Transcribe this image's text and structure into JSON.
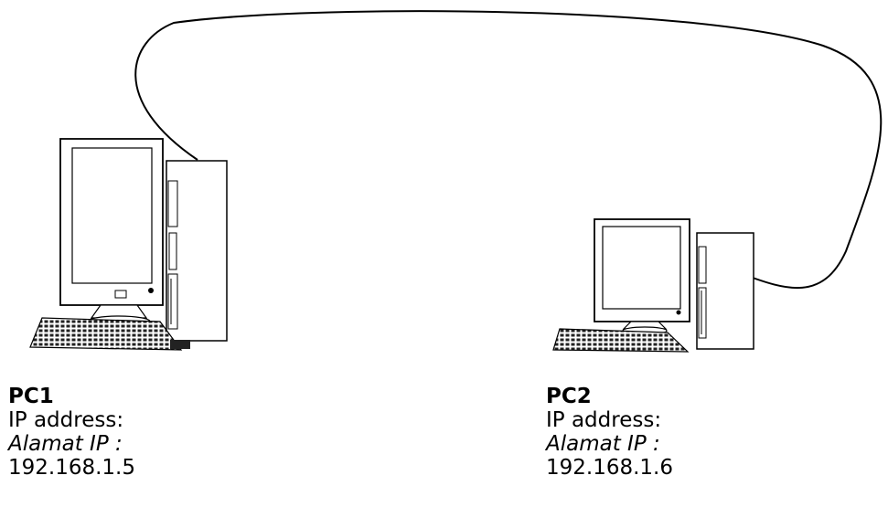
{
  "pc1": {
    "name": "PC1",
    "ip_label_en": "IP address:",
    "ip_label_ms": "Alamat IP :",
    "ip": "192.168.1.5"
  },
  "pc2": {
    "name": "PC2",
    "ip_label_en": "IP address:",
    "ip_label_ms": "Alamat IP :",
    "ip": "192.168.1.6"
  },
  "icons": [
    "desktop-computer-icon",
    "desktop-computer-icon"
  ]
}
